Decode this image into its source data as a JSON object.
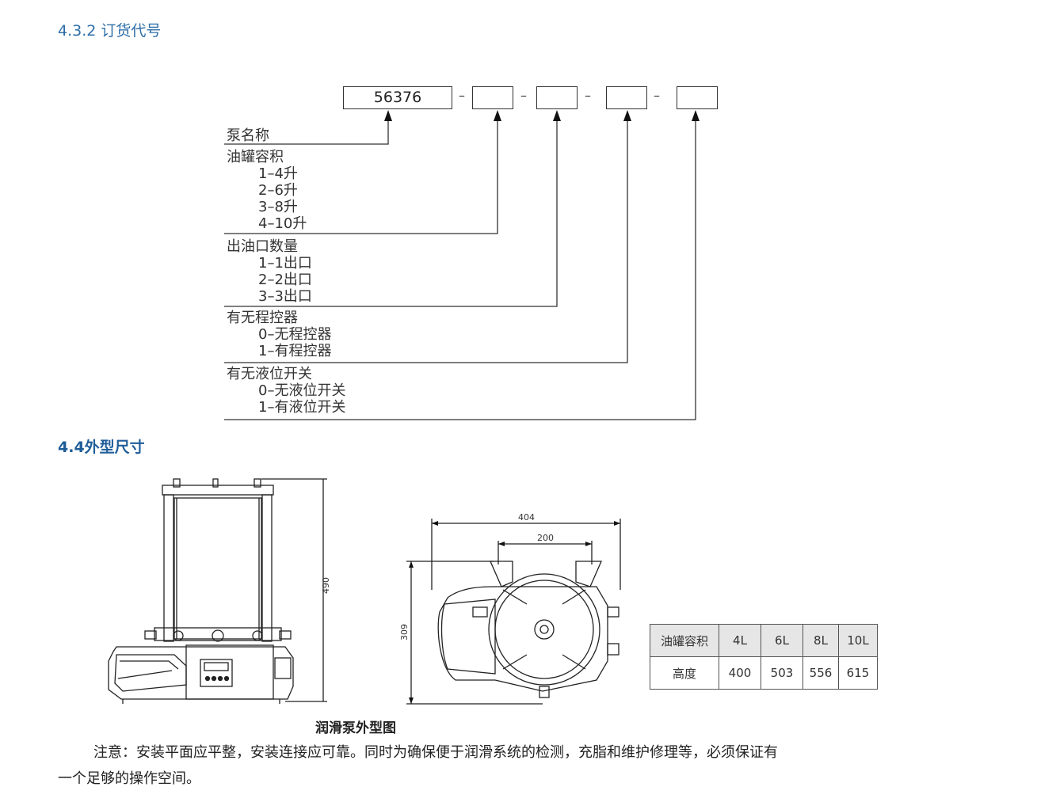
{
  "section_432": {
    "title": "4.3.2 订货代号"
  },
  "order_code": {
    "boxes": [
      "56376",
      "",
      "",
      "",
      ""
    ],
    "separator": "–"
  },
  "fields": {
    "pump_name": {
      "label": "泵名称"
    },
    "tank_capacity": {
      "label": "油罐容积",
      "options": [
        "1–4升",
        "2–6升",
        "3–8升",
        "4–10升"
      ]
    },
    "outlets": {
      "label": "出油口数量",
      "options": [
        "1–1出口",
        "2–2出口",
        "3–3出口"
      ]
    },
    "controller": {
      "label": "有无程控器",
      "options": [
        "0–无程控器",
        "1–有程控器"
      ]
    },
    "level_switch": {
      "label": "有无液位开关",
      "options": [
        "0–无液位开关",
        "1–有液位开关"
      ]
    }
  },
  "section_44": {
    "title": "4.4外型尺寸"
  },
  "dimensions": {
    "height": "490",
    "width": "404",
    "mount": "200",
    "depth": "309"
  },
  "capacity_table": {
    "header": [
      "油罐容积",
      "4L",
      "6L",
      "8L",
      "10L"
    ],
    "row": [
      "高度",
      "400",
      "503",
      "556",
      "615"
    ]
  },
  "figure_caption": "润滑泵外型图",
  "note": {
    "line1": "注意：安装平面应平整，安装连接应可靠。同时为确保便于润滑系统的检测，充脂和维护修理等，必须保证有",
    "line2": "一个足够的操作空间。"
  }
}
